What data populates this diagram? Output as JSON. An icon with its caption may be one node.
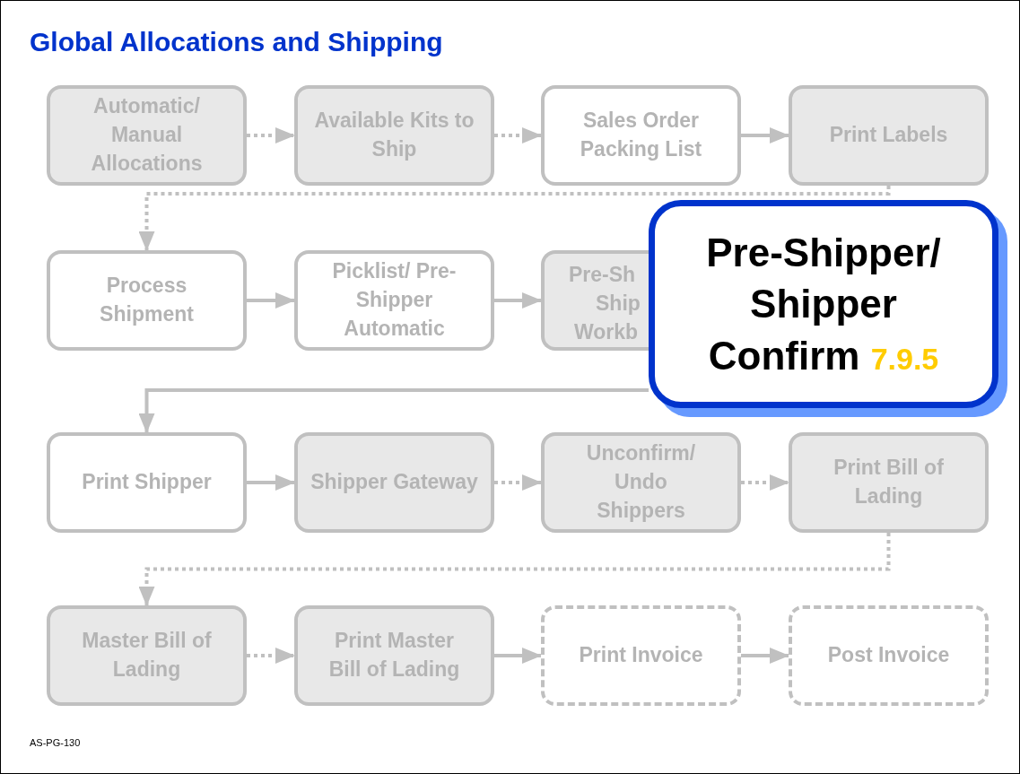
{
  "diagram": {
    "title": "Global Allocations and Shipping",
    "nodes": [
      {
        "text": [
          "Automatic/ Manual Allocations"
        ]
      },
      {
        "text": [
          "Available Kits to Ship"
        ]
      },
      {
        "text": [
          "Sales Order Packing List"
        ]
      },
      {
        "text": [
          "Print Labels"
        ]
      },
      {
        "text": [
          "Process Shipment"
        ]
      },
      {
        "text": [
          "Picklist/ Pre-Shipper Automatic"
        ]
      },
      {
        "text": [
          "Pre-Sh",
          "Ship",
          "Workb"
        ]
      },
      {
        "text": [
          "Pre-Shipper/ Shipper Confirm",
          "7.9.5"
        ]
      },
      {
        "text": [
          "Print Shipper"
        ]
      },
      {
        "text": [
          "Shipper Gateway"
        ]
      },
      {
        "text": [
          "Unconfirm/ Undo Shippers"
        ]
      },
      {
        "text": [
          "Print Bill of Lading"
        ]
      },
      {
        "text": [
          "Master Bill of Lading"
        ]
      },
      {
        "text": [
          "Print Master Bill of Lading"
        ]
      },
      {
        "text": [
          "Print Invoice"
        ]
      },
      {
        "text": [
          "Post Invoice"
        ]
      }
    ],
    "edges": [
      {
        "from": 0,
        "to": 1,
        "arrow": "to",
        "style": "dashed"
      },
      {
        "from": 1,
        "to": 2,
        "arrow": "to",
        "style": "dashed"
      },
      {
        "from": 2,
        "to": 3,
        "arrow": "to"
      },
      {
        "from": 3,
        "to": 4,
        "arrow": "to",
        "style": "dashed"
      },
      {
        "from": 4,
        "to": 5,
        "arrow": "to"
      },
      {
        "from": 5,
        "to": 6,
        "arrow": "to"
      },
      {
        "from": 7,
        "to": 8,
        "arrow": "to"
      },
      {
        "from": 8,
        "to": 9,
        "arrow": "to"
      },
      {
        "from": 9,
        "to": 10,
        "arrow": "to",
        "style": "dashed"
      },
      {
        "from": 10,
        "to": 11,
        "arrow": "to",
        "style": "dashed"
      },
      {
        "from": 11,
        "to": 12,
        "arrow": "to",
        "style": "dashed"
      },
      {
        "from": 12,
        "to": 13,
        "arrow": "to",
        "style": "dashed"
      },
      {
        "from": 13,
        "to": 14,
        "arrow": "to"
      },
      {
        "from": 14,
        "to": 15,
        "arrow": "to"
      }
    ],
    "labels": [
      "AS-PG-130"
    ]
  }
}
